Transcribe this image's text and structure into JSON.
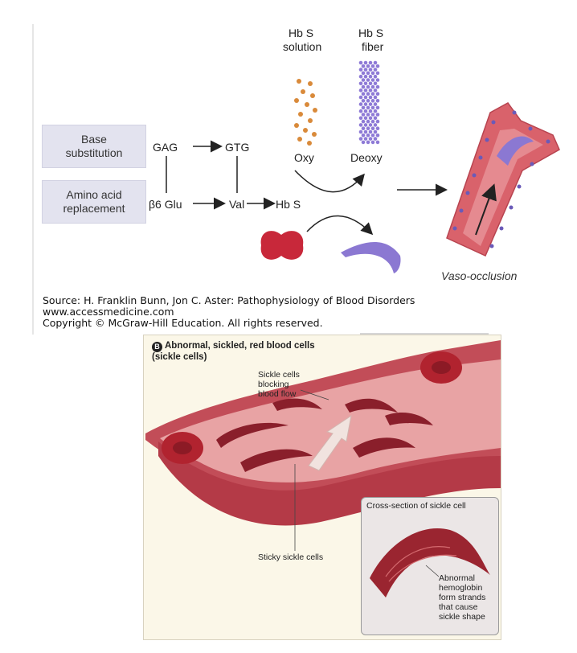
{
  "top": {
    "box_base": "Base substitution",
    "box_amino": "Amino acid replacement",
    "gag": "GAG",
    "gtg": "GTG",
    "b6glu": "β6 Glu",
    "val": "Val",
    "hbs": "Hb S",
    "hbs_solution_1": "Hb S",
    "hbs_solution_2": "solution",
    "hbs_fiber_1": "Hb S",
    "hbs_fiber_2": "fiber",
    "oxy": "Oxy",
    "deoxy": "Deoxy",
    "vaso": "Vaso-occlusion",
    "source_line1": "Source: H. Franklin Bunn, Jon C. Aster: Pathophysiology of Blood Disorders",
    "source_line2": "www.accessmedicine.com",
    "source_line3": "Copyright © McGraw-Hill Education. All rights reserved."
  },
  "bottom": {
    "badge": "B",
    "title_1": "Abnormal, sickled, red blood cells",
    "title_2": "(sickle cells)",
    "blocking_1": "Sickle cells",
    "blocking_2": "blocking",
    "blocking_3": "blood flow",
    "sticky": "Sticky sickle cells",
    "cross_title": "Cross-section of sickle cell",
    "abn_1": "Abnormal",
    "abn_2": "hemoglobin",
    "abn_3": "form strands",
    "abn_4": "that cause",
    "abn_5": "sickle shape"
  },
  "colors": {
    "label_box_bg": "#e3e3ef",
    "oxy_dots": "#d98a3a",
    "deoxy_fiber": "#8e7ad6",
    "rbc_red": "#c8283a",
    "sickle_purple": "#8b78d2",
    "vessel_red": "#d9626b",
    "bottom_bg": "#fbf7e8"
  }
}
